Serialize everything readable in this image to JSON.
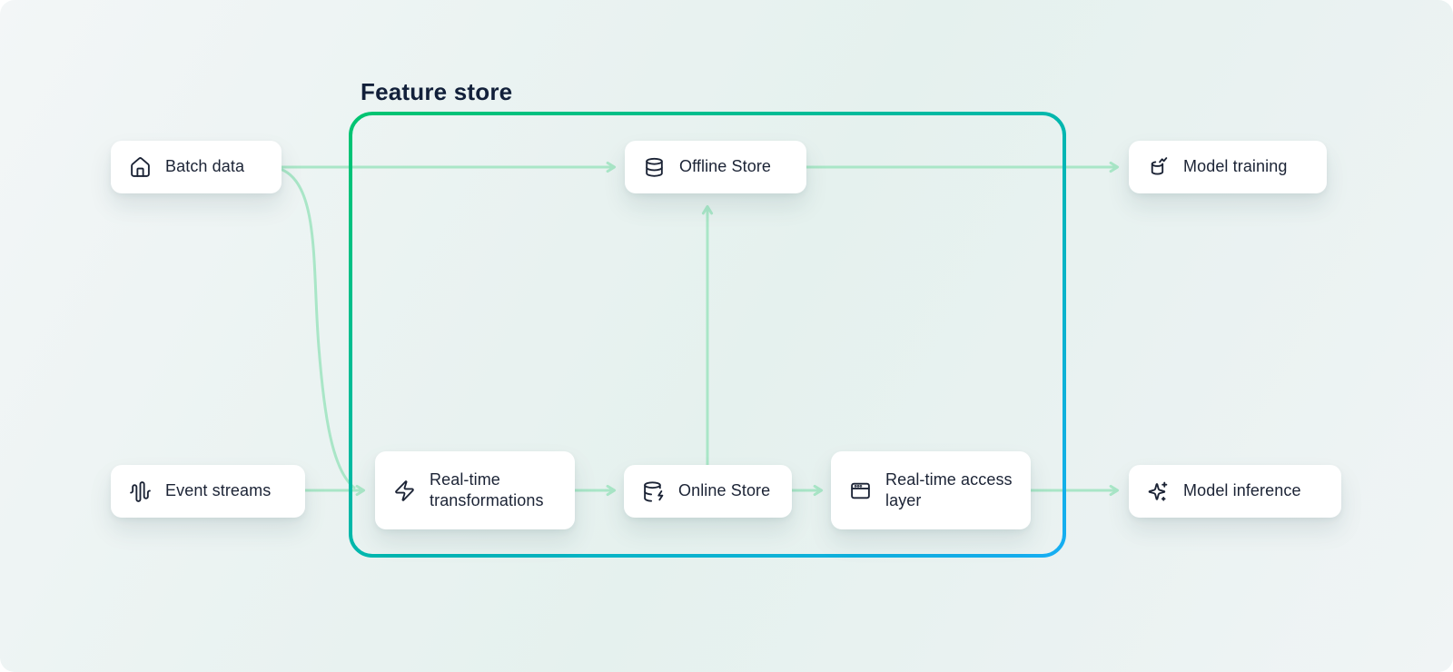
{
  "title": "Feature store",
  "colors": {
    "background_tint": "#e9f2f1",
    "node_background": "#ffffff",
    "text": "#1b2335",
    "arrow": "#a9e6c7",
    "boundary_gradient_start": "#00c470",
    "boundary_gradient_mid": "#00b7ad",
    "boundary_gradient_end": "#17aef3"
  },
  "group": {
    "label": "Feature store"
  },
  "nodes": [
    {
      "id": "batch-data",
      "label": "Batch data",
      "icon": "house-icon",
      "inside_feature_store": false
    },
    {
      "id": "event-streams",
      "label": "Event streams",
      "icon": "waveform-icon",
      "inside_feature_store": false
    },
    {
      "id": "real-time-transformations",
      "label": "Real-time transformations",
      "icon": "lightning-icon",
      "inside_feature_store": true
    },
    {
      "id": "offline-store",
      "label": "Offline Store",
      "icon": "database-icon",
      "inside_feature_store": true
    },
    {
      "id": "online-store",
      "label": "Online Store",
      "icon": "database-lightning-icon",
      "inside_feature_store": true
    },
    {
      "id": "real-time-access-layer",
      "label": "Real-time access layer",
      "icon": "app-window-icon",
      "inside_feature_store": true
    },
    {
      "id": "model-training",
      "label": "Model training",
      "icon": "model-training-icon",
      "inside_feature_store": false
    },
    {
      "id": "model-inference",
      "label": "Model inference",
      "icon": "sparkles-icon",
      "inside_feature_store": false
    }
  ],
  "edges": [
    {
      "from": "Batch data",
      "to": "Offline Store"
    },
    {
      "from": "Batch data",
      "to": "Real-time transformations"
    },
    {
      "from": "Event streams",
      "to": "Real-time transformations"
    },
    {
      "from": "Real-time transformations",
      "to": "Online Store"
    },
    {
      "from": "Online Store",
      "to": "Offline Store"
    },
    {
      "from": "Online Store",
      "to": "Real-time access layer"
    },
    {
      "from": "Offline Store",
      "to": "Model training"
    },
    {
      "from": "Real-time access layer",
      "to": "Model inference"
    }
  ]
}
